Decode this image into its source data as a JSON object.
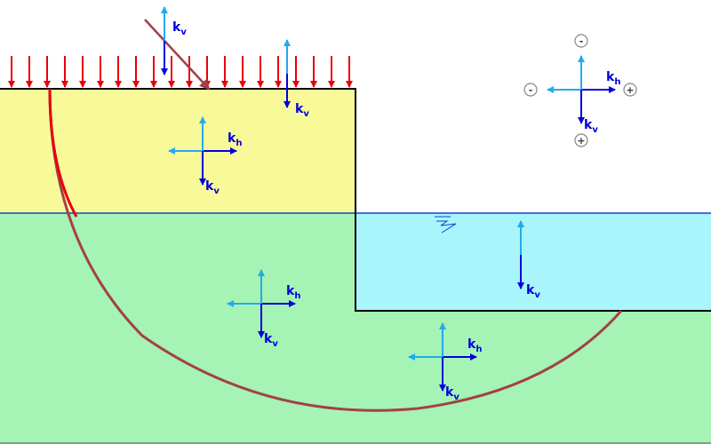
{
  "labels": {
    "kh_main": "k",
    "kh_sub": "h",
    "kv_main": "k",
    "kv_sub": "v"
  },
  "sign_legend": {
    "top": "-",
    "left": "-",
    "right": "+",
    "bottom": "+"
  },
  "colors": {
    "fill_soil": "#f8fa99",
    "saturated_soil": "#a5f3b5",
    "water": "#a8f5fb",
    "surcharge_arrows": "#e8000d",
    "slip_surface": "#a34048",
    "slip_surface_top": "#e8000d",
    "vector_light": "#22aaee",
    "vector_dark": "#0000dd",
    "outline": "#000000",
    "water_line": "#1144cc"
  }
}
